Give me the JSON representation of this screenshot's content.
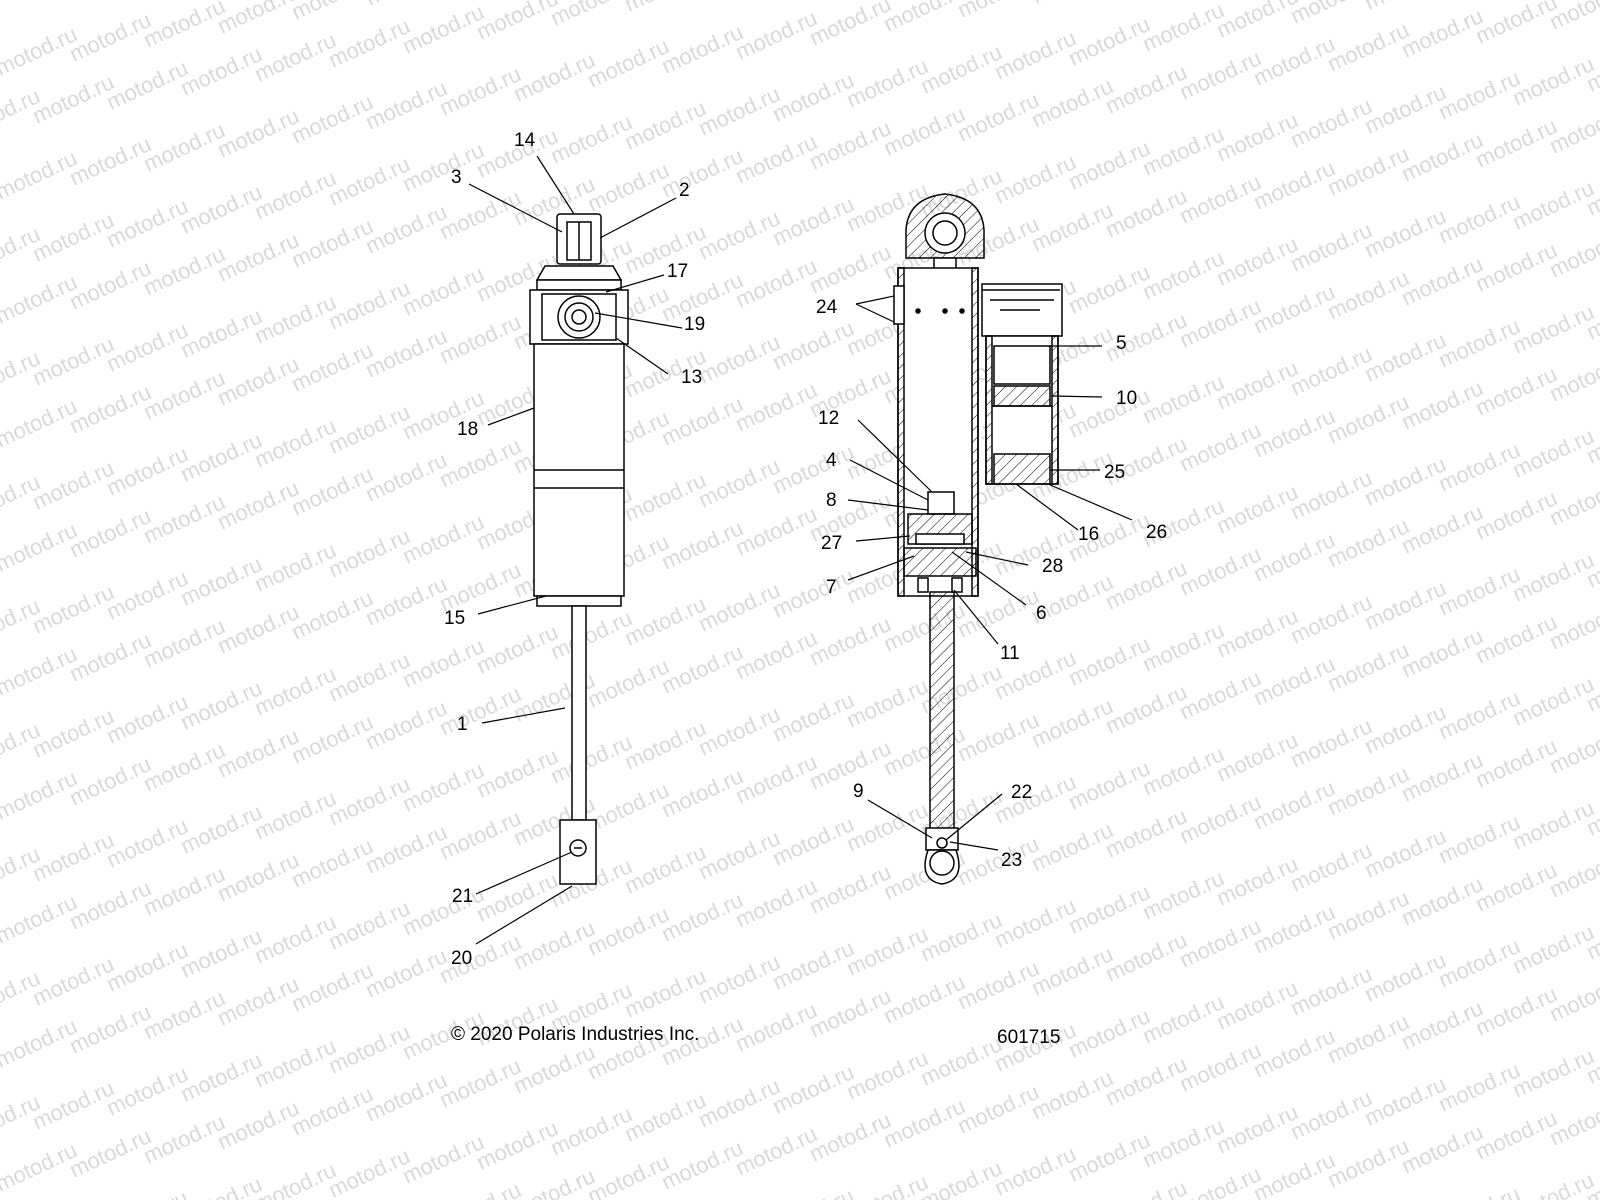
{
  "watermark": {
    "text": "motod.ru"
  },
  "footer": {
    "copyright": "© 2020 Polaris Industries Inc.",
    "diagram_number": "601715"
  },
  "callouts": {
    "left_assembly": [
      "14",
      "3",
      "2",
      "17",
      "19",
      "13",
      "18",
      "15",
      "1",
      "21",
      "20"
    ],
    "section_view": [
      "24",
      "5",
      "10",
      "12",
      "4",
      "25",
      "8",
      "16",
      "26",
      "27",
      "28",
      "7",
      "6",
      "11",
      "9",
      "22",
      "23"
    ]
  },
  "colors": {
    "line": "#000000",
    "watermark": "#d9d9d9",
    "background": "#ffffff"
  }
}
